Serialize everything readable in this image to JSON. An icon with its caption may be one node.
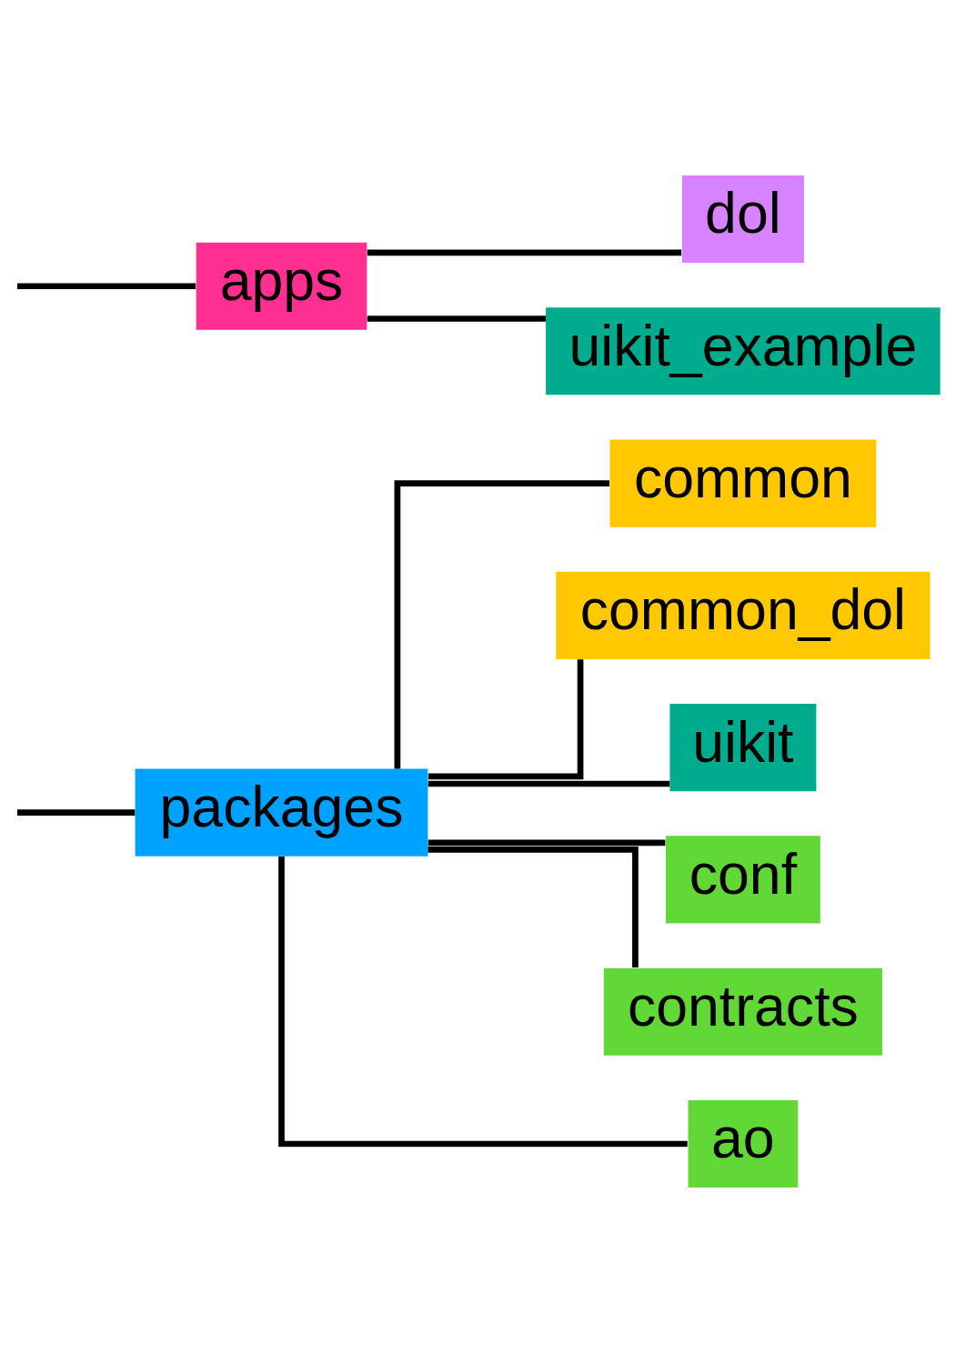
{
  "diagram": {
    "nodes": [
      {
        "text": [
          "packages"
        ]
      },
      {
        "text": [
          "common"
        ]
      },
      {
        "text": [
          "common_dol"
        ]
      },
      {
        "text": [
          "uikit"
        ]
      },
      {
        "text": [
          "conf"
        ]
      },
      {
        "text": [
          "contracts"
        ]
      },
      {
        "text": [
          "ao"
        ]
      },
      {
        "text": [
          "apps"
        ]
      },
      {
        "text": [
          "dol"
        ]
      },
      {
        "text": [
          "uikit_example"
        ]
      }
    ],
    "edges": [
      {
        "from": null,
        "to": 0,
        "arrow": "none"
      },
      {
        "from": null,
        "to": 7,
        "arrow": "none"
      },
      {
        "from": 0,
        "to": 1,
        "arrow": "none"
      },
      {
        "from": 0,
        "to": 2,
        "arrow": "none"
      },
      {
        "from": 0,
        "to": 3,
        "arrow": "none"
      },
      {
        "from": 0,
        "to": 4,
        "arrow": "none"
      },
      {
        "from": 0,
        "to": 5,
        "arrow": "none"
      },
      {
        "from": 0,
        "to": 6,
        "arrow": "none"
      },
      {
        "from": 7,
        "to": 8,
        "arrow": "none"
      },
      {
        "from": 7,
        "to": 9,
        "arrow": "none"
      }
    ]
  }
}
